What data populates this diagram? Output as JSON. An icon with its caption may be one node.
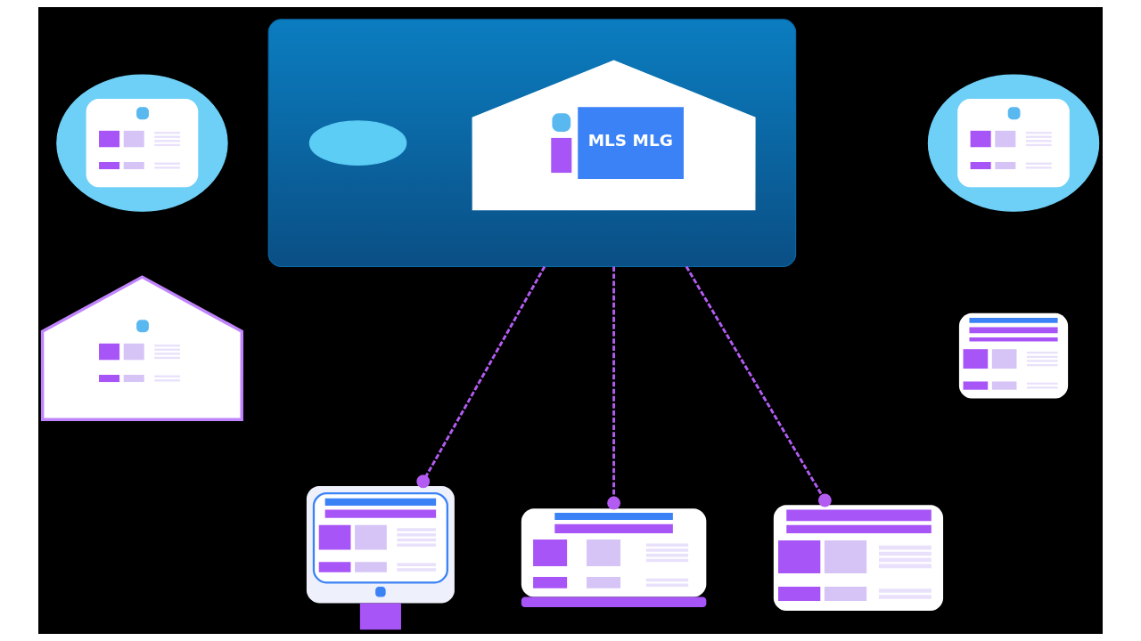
{
  "diagram": {
    "nodes": [
      {
        "text": [],
        "shape": "cloud"
      },
      {
        "text": [],
        "shape": "cloud",
        "in": 0
      },
      {
        "text": [
          "MLS MLG"
        ],
        "in": 0
      },
      {
        "text": [],
        "shape": "picture"
      },
      {
        "text": [],
        "shape": "picture"
      },
      {
        "text": [],
        "shape": "picture"
      },
      {
        "text": [],
        "shape": "picture"
      },
      {
        "text": [],
        "shape": "picture"
      },
      {
        "text": [],
        "shape": "picture"
      },
      {
        "text": [],
        "shape": "picture"
      }
    ],
    "edges": [
      {
        "from": 0,
        "to": 7,
        "arrow": "other",
        "style": "dashed"
      },
      {
        "from": 0,
        "to": 8,
        "arrow": "other",
        "style": "dashed"
      },
      {
        "from": 0,
        "to": 9,
        "arrow": "other",
        "style": "dashed"
      }
    ]
  }
}
